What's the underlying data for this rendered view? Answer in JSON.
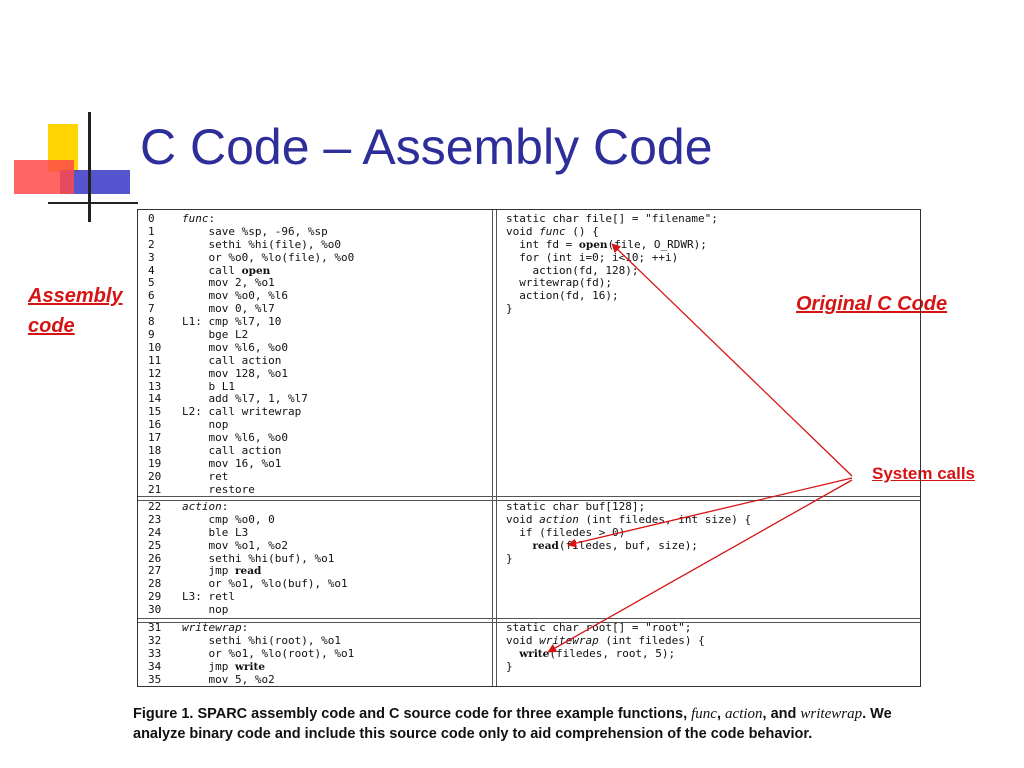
{
  "slide": {
    "title": "C Code – Assembly Code"
  },
  "labels": {
    "assembly": [
      "Assembly",
      "code"
    ],
    "original": "Original C Code",
    "system_calls": "System calls"
  },
  "colors": {
    "title": "#2e2e9a",
    "annotation": "#d61414"
  },
  "figure": {
    "blocks": [
      {
        "asm": [
          {
            "n": "0",
            "t": "",
            "fn": "func",
            "s": ":"
          },
          {
            "n": "1",
            "t": "    save %sp, -96, %sp"
          },
          {
            "n": "2",
            "t": "    sethi %hi(file), %o0"
          },
          {
            "n": "3",
            "t": "    or %o0, %lo(file), %o0"
          },
          {
            "n": "4",
            "t": "    call ",
            "sys": "open"
          },
          {
            "n": "5",
            "t": "    mov 2, %o1"
          },
          {
            "n": "6",
            "t": "    mov %o0, %l6"
          },
          {
            "n": "7",
            "t": "    mov 0, %l7"
          },
          {
            "n": "8",
            "t": "L1: cmp %l7, 10"
          },
          {
            "n": "9",
            "t": "    bge L2"
          },
          {
            "n": "10",
            "t": "    mov %l6, %o0"
          },
          {
            "n": "11",
            "t": "    call action"
          },
          {
            "n": "12",
            "t": "    mov 128, %o1"
          },
          {
            "n": "13",
            "t": "    b L1"
          },
          {
            "n": "14",
            "t": "    add %l7, 1, %l7"
          },
          {
            "n": "15",
            "t": "L2: call writewrap"
          },
          {
            "n": "16",
            "t": "    nop"
          },
          {
            "n": "17",
            "t": "    mov %l6, %o0"
          },
          {
            "n": "18",
            "t": "    call action"
          },
          {
            "n": "19",
            "t": "    mov 16, %o1"
          },
          {
            "n": "20",
            "t": "    ret"
          },
          {
            "n": "21",
            "t": "    restore"
          }
        ],
        "c": [
          {
            "t": "static char file[] = \"filename\";"
          },
          {
            "t": "void ",
            "fn": "func",
            "s": " () {"
          },
          {
            "t": "  int fd = ",
            "sys": "open",
            "s": "(file, O_RDWR);"
          },
          {
            "t": "  for (int i=0; i<10; ++i)"
          },
          {
            "t": "    action(fd, 128);"
          },
          {
            "t": "  writewrap(fd);"
          },
          {
            "t": "  action(fd, 16);"
          },
          {
            "t": "}"
          }
        ]
      },
      {
        "asm": [
          {
            "n": "22",
            "t": "",
            "fn": "action",
            "s": ":"
          },
          {
            "n": "23",
            "t": "    cmp %o0, 0"
          },
          {
            "n": "24",
            "t": "    ble L3"
          },
          {
            "n": "25",
            "t": "    mov %o1, %o2"
          },
          {
            "n": "26",
            "t": "    sethi %hi(buf), %o1"
          },
          {
            "n": "27",
            "t": "    jmp ",
            "sys": "read"
          },
          {
            "n": "28",
            "t": "    or %o1, %lo(buf), %o1"
          },
          {
            "n": "29",
            "t": "L3: retl"
          },
          {
            "n": "30",
            "t": "    nop"
          }
        ],
        "c": [
          {
            "t": "static char buf[128];"
          },
          {
            "t": "void ",
            "fn": "action",
            "s": " (int filedes, int size) {"
          },
          {
            "t": "  if (filedes > 0)"
          },
          {
            "t": "    ",
            "sys": "read",
            "s": "(filedes, buf, size);"
          },
          {
            "t": "}"
          }
        ]
      },
      {
        "asm": [
          {
            "n": "31",
            "t": "",
            "fn": "writewrap",
            "s": ":"
          },
          {
            "n": "32",
            "t": "    sethi %hi(root), %o1"
          },
          {
            "n": "33",
            "t": "    or %o1, %lo(root), %o1"
          },
          {
            "n": "34",
            "t": "    jmp ",
            "sys": "write"
          },
          {
            "n": "35",
            "t": "    mov 5, %o2"
          }
        ],
        "c": [
          {
            "t": "static char root[] = \"root\";"
          },
          {
            "t": "void ",
            "fn": "writewrap",
            "s": " (int filedes) {"
          },
          {
            "t": "  ",
            "sys": "write",
            "s": "(filedes, root, 5);"
          },
          {
            "t": "}"
          }
        ]
      }
    ],
    "caption": {
      "part1": "Figure 1. SPARC assembly code and C source code for three example functions, ",
      "func": "func",
      "sep1": ", ",
      "action": "action",
      "sep2": ", and ",
      "writewrap": "writewrap",
      "part2": ". We analyze binary code and include this source code only to aid comprehension of the code behavior."
    }
  }
}
